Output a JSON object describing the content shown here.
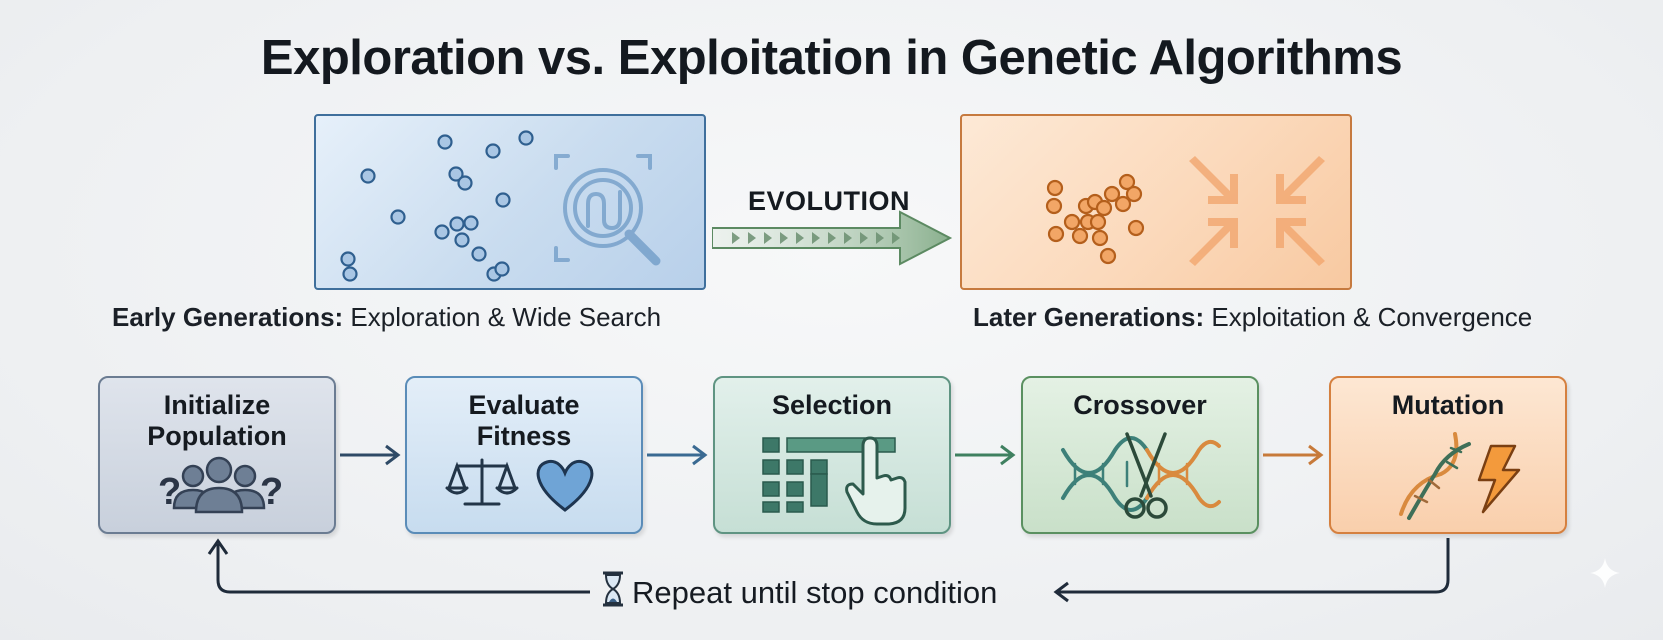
{
  "title": "Exploration vs. Exploitation in Genetic Algorithms",
  "evolution_label": "EVOLUTION",
  "early": {
    "bold": "Early Generations:",
    "rest": " Exploration & Wide Search"
  },
  "later": {
    "bold": "Later Generations:",
    "rest": " Exploitation & Convergence"
  },
  "steps": [
    {
      "label": "Initialize Population",
      "icon": "population-question-icon"
    },
    {
      "label": "Evaluate Fitness",
      "icon": "scales-heart-icon"
    },
    {
      "label": "Selection",
      "icon": "grid-hand-pointer-icon"
    },
    {
      "label": "Crossover",
      "icon": "dna-scissors-icon"
    },
    {
      "label": "Mutation",
      "icon": "dna-lightning-icon"
    }
  ],
  "loop_text": "Repeat until stop condition",
  "colors": {
    "exploration": "#3f6f9c",
    "exploitation": "#c67a3f",
    "evolution_arrow": "#6f9a74"
  }
}
